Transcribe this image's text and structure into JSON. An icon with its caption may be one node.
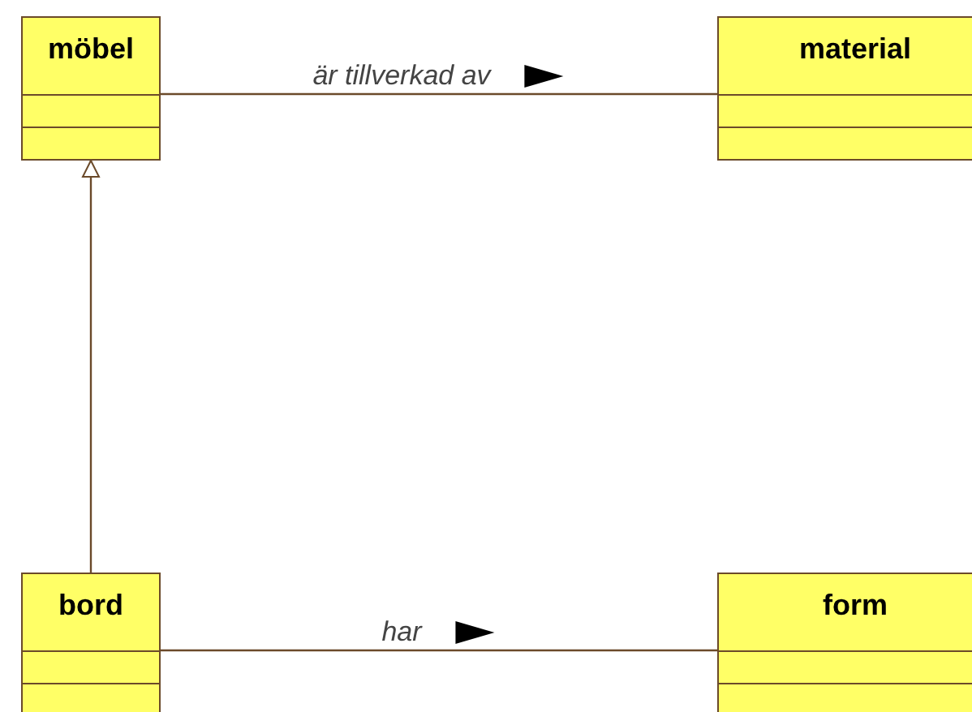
{
  "diagram": {
    "nodes": [
      {
        "text": [
          "möbel"
        ]
      },
      {
        "text": [
          "material"
        ]
      },
      {
        "text": [
          "bord"
        ]
      },
      {
        "text": [
          "form"
        ]
      }
    ],
    "edges": [
      {
        "from": 0,
        "to": 1,
        "arrow": "none",
        "label": "är tillverkad av"
      },
      {
        "from": 2,
        "to": 0,
        "arrow": "to"
      },
      {
        "from": 2,
        "to": 3,
        "arrow": "none",
        "label": "har"
      }
    ]
  }
}
